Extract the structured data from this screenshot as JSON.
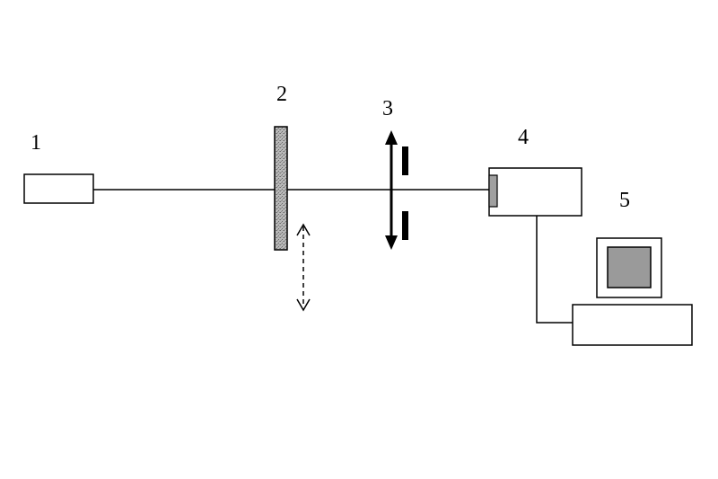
{
  "labels": {
    "source": "1",
    "plate": "2",
    "lens": "3",
    "detector": "4",
    "computer": "5"
  },
  "colors": {
    "line": "#000000",
    "background": "#ffffff",
    "plate_fill": "#b0b0b0",
    "screen_fill": "#9a9a9a",
    "sensor_fill": "#a0a0a0"
  },
  "icons": {
    "motion_arrow": "dashed-double-arrow-icon",
    "lens_arrow": "double-arrow-icon",
    "display": "monitor-icon"
  }
}
